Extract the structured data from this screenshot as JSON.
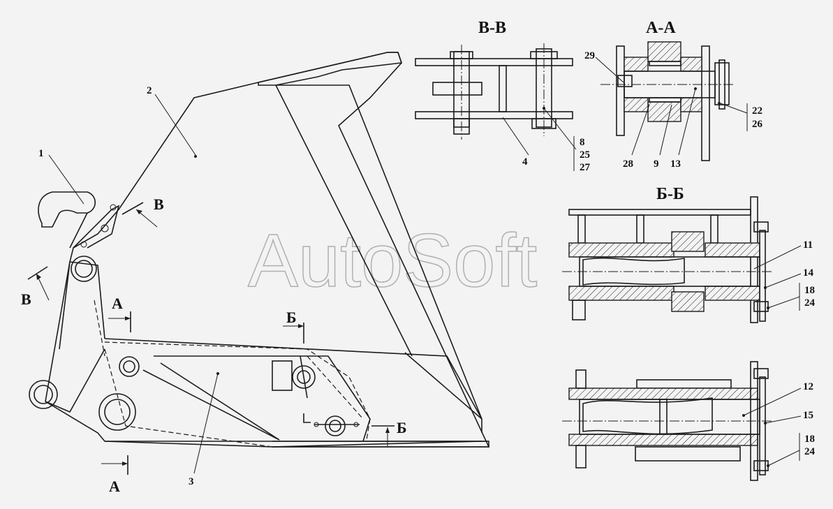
{
  "watermark": "AutoSoft",
  "views": {
    "vv": {
      "title": "В-В"
    },
    "aa": {
      "title": "А-А"
    },
    "bb": {
      "title": "Б-Б"
    }
  },
  "section_marks": {
    "v_right": "В",
    "v_left": "В",
    "a_top": "А",
    "a_bottom": "А",
    "b_top": "Б",
    "b_bottom": "Б"
  },
  "callouts": {
    "c1": "1",
    "c2": "2",
    "c3": "3",
    "c4": "4",
    "c8": "8",
    "c25": "25",
    "c27": "27",
    "c29": "29",
    "c22": "22",
    "c26": "26",
    "c28": "28",
    "c9": "9",
    "c13": "13",
    "c11": "11",
    "c14": "14",
    "c18a": "18",
    "c24a": "24",
    "c12": "12",
    "c15": "15",
    "c18b": "18",
    "c24b": "24"
  }
}
